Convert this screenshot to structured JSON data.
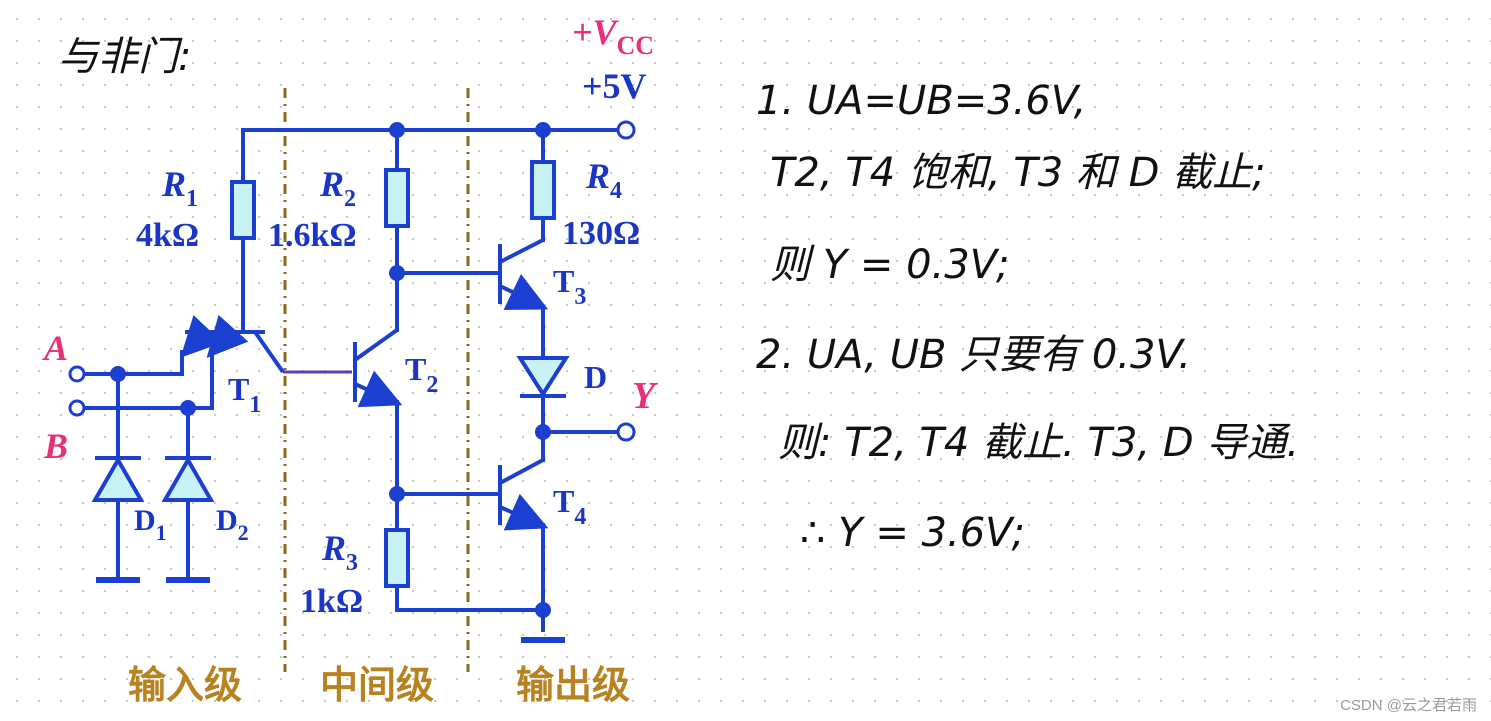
{
  "title": "与非门:",
  "circuit": {
    "vcc_label": "+V",
    "vcc_sub": "CC",
    "vcc_value": "+5V",
    "inputs": {
      "a": "A",
      "b": "B"
    },
    "output": "Y",
    "resistors": [
      {
        "id": "R1",
        "name": "R",
        "sub": "1",
        "value": "4kΩ"
      },
      {
        "id": "R2",
        "name": "R",
        "sub": "2",
        "value": "1.6kΩ"
      },
      {
        "id": "R3",
        "name": "R",
        "sub": "3",
        "value": "1kΩ"
      },
      {
        "id": "R4",
        "name": "R",
        "sub": "4",
        "value": "130Ω"
      }
    ],
    "transistors": [
      {
        "name": "T",
        "sub": "1"
      },
      {
        "name": "T",
        "sub": "2"
      },
      {
        "name": "T",
        "sub": "3"
      },
      {
        "name": "T",
        "sub": "4"
      }
    ],
    "diodes": [
      {
        "name": "D",
        "sub": "1"
      },
      {
        "name": "D",
        "sub": "2"
      },
      {
        "name": "D",
        "sub": ""
      }
    ],
    "stages": [
      "输入级",
      "中间级",
      "输出级"
    ]
  },
  "notes": [
    "1. UA=UB=3.6V,",
    "T2, T4 饱和, T3 和 D 截止;",
    "则 Y = 0.3V;",
    "2. UA, UB 只要有 0.3V.",
    "则: T2, T4 截止. T3, D 导通.",
    "∴ Y = 3.6V;"
  ],
  "watermark": "CSDN @云之君若雨",
  "colors": {
    "wire": "#1a3fd1",
    "resistor_fill": "#c8f2f4",
    "label_blue": "#1b36c6",
    "label_pink": "#e8307a",
    "stage_gold": "#b7821f",
    "divider": "#8a6a1f"
  }
}
